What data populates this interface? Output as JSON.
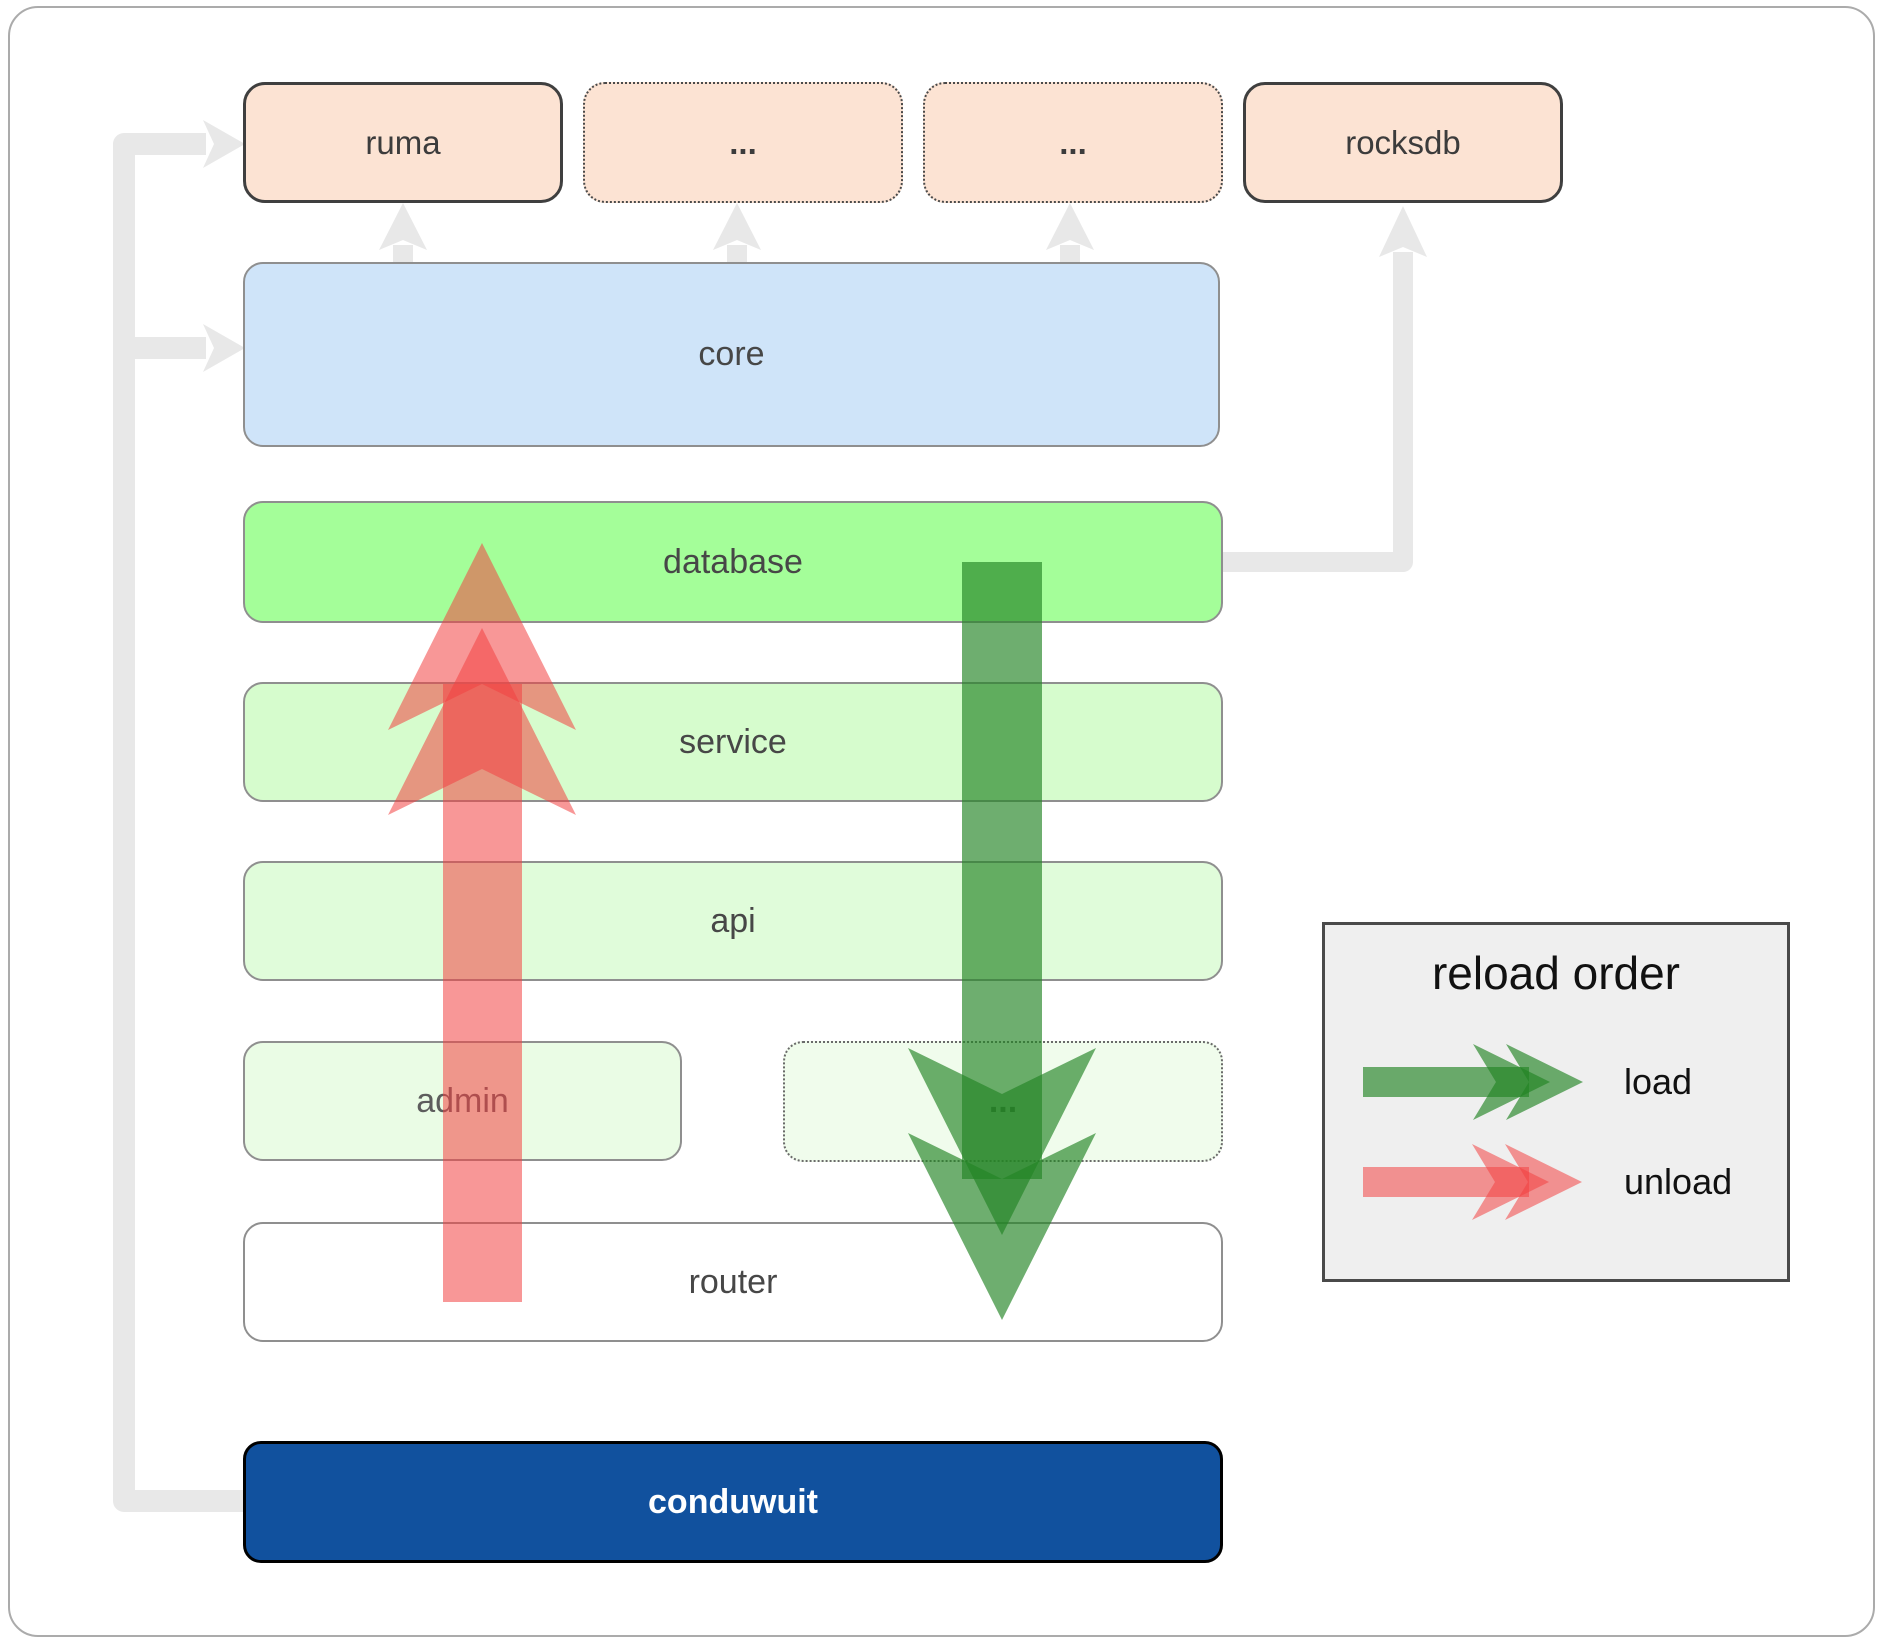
{
  "boxes": {
    "ruma": {
      "label": "ruma"
    },
    "dots_top_1": {
      "label": "..."
    },
    "dots_top_2": {
      "label": "..."
    },
    "rocksdb": {
      "label": "rocksdb"
    },
    "core": {
      "label": "core"
    },
    "database": {
      "label": "database"
    },
    "service": {
      "label": "service"
    },
    "api": {
      "label": "api"
    },
    "admin": {
      "label": "admin"
    },
    "dots_admin": {
      "label": "..."
    },
    "router": {
      "label": "router"
    },
    "conduwuit": {
      "label": "conduwuit"
    }
  },
  "legend": {
    "title": "reload order",
    "load_label": "load",
    "unload_label": "unload"
  },
  "colors": {
    "load_arrow": "#238424",
    "unload_arrow": "#f24242",
    "connector": "#e8e8e8",
    "conduwuit_bg": "#11519e",
    "database_bg": "#a4fe99",
    "core_bg": "#cfe4f9",
    "peach_bg": "#fce3d3"
  }
}
